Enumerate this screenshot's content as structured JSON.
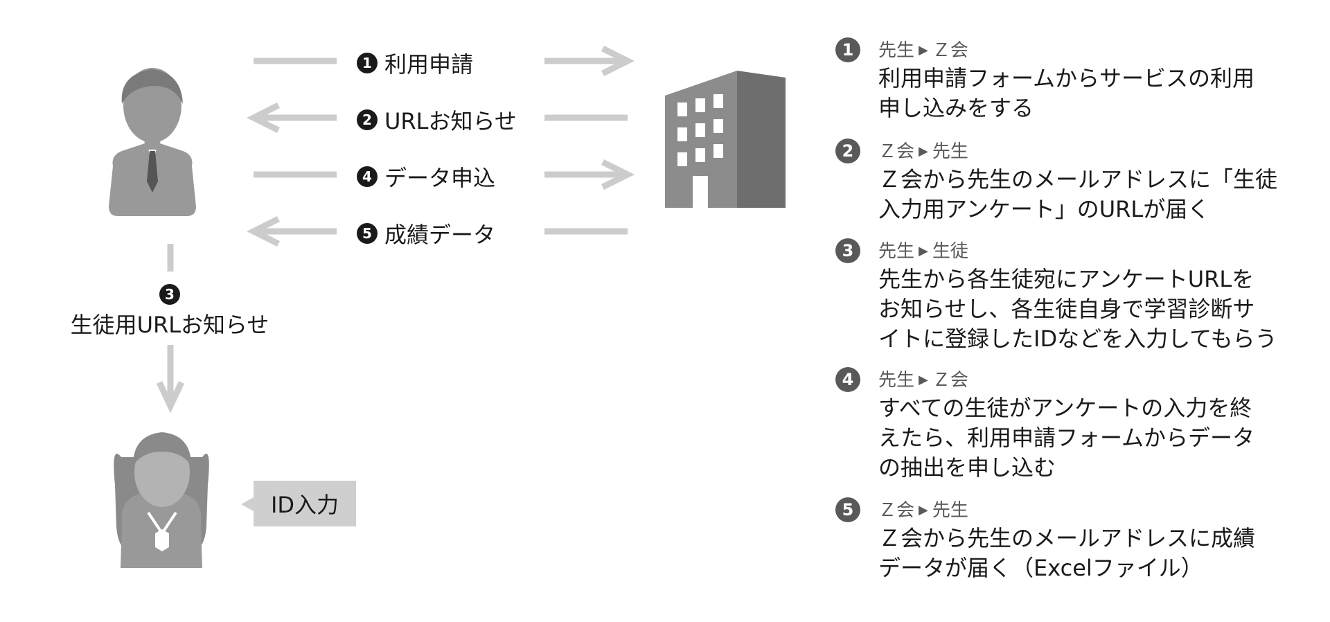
{
  "flows": [
    {
      "num": "1",
      "label": "利用申請",
      "direction": "right"
    },
    {
      "num": "2",
      "label": "URLお知らせ",
      "direction": "left"
    },
    {
      "num": "4",
      "label": "データ申込",
      "direction": "right"
    },
    {
      "num": "5",
      "label": "成績データ",
      "direction": "left"
    }
  ],
  "student_link": {
    "num": "3",
    "label": "生徒用URLお知らせ"
  },
  "id_box": {
    "label": "ID入力"
  },
  "steps": [
    {
      "num": "1",
      "from": "先生",
      "to": "Ｚ会",
      "lines": [
        "利用申請フォームからサービスの利用",
        "申し込みをする"
      ]
    },
    {
      "num": "2",
      "from": "Ｚ会",
      "to": "先生",
      "lines": [
        "Ｚ会から先生のメールアドレスに「生徒",
        "入力用アンケート」のURLが届く"
      ]
    },
    {
      "num": "3",
      "from": "先生",
      "to": "生徒",
      "lines": [
        "先生から各生徒宛にアンケートURLを",
        "お知らせし、各生徒自身で学習診断サ",
        "イトに登録したIDなどを入力してもらう"
      ]
    },
    {
      "num": "4",
      "from": "先生",
      "to": "Ｚ会",
      "lines": [
        "すべての生徒がアンケートの入力を終",
        "えたら、利用申請フォームからデータ",
        "の抽出を申し込む"
      ]
    },
    {
      "num": "5",
      "from": "Ｚ会",
      "to": "先生",
      "lines": [
        "Ｚ会から先生のメールアドレスに成績",
        "データが届く（Excelファイル）"
      ]
    }
  ],
  "colors": {
    "arrow": "#cccccc",
    "icon": "#999999",
    "building": "#8c8c8c",
    "badge_dark": "#1a1a1a",
    "badge_grey": "#595959",
    "id_box": "#cfcfcf"
  },
  "icons": {
    "teacher": "teacher-icon",
    "student": "student-icon",
    "building": "building-icon"
  }
}
